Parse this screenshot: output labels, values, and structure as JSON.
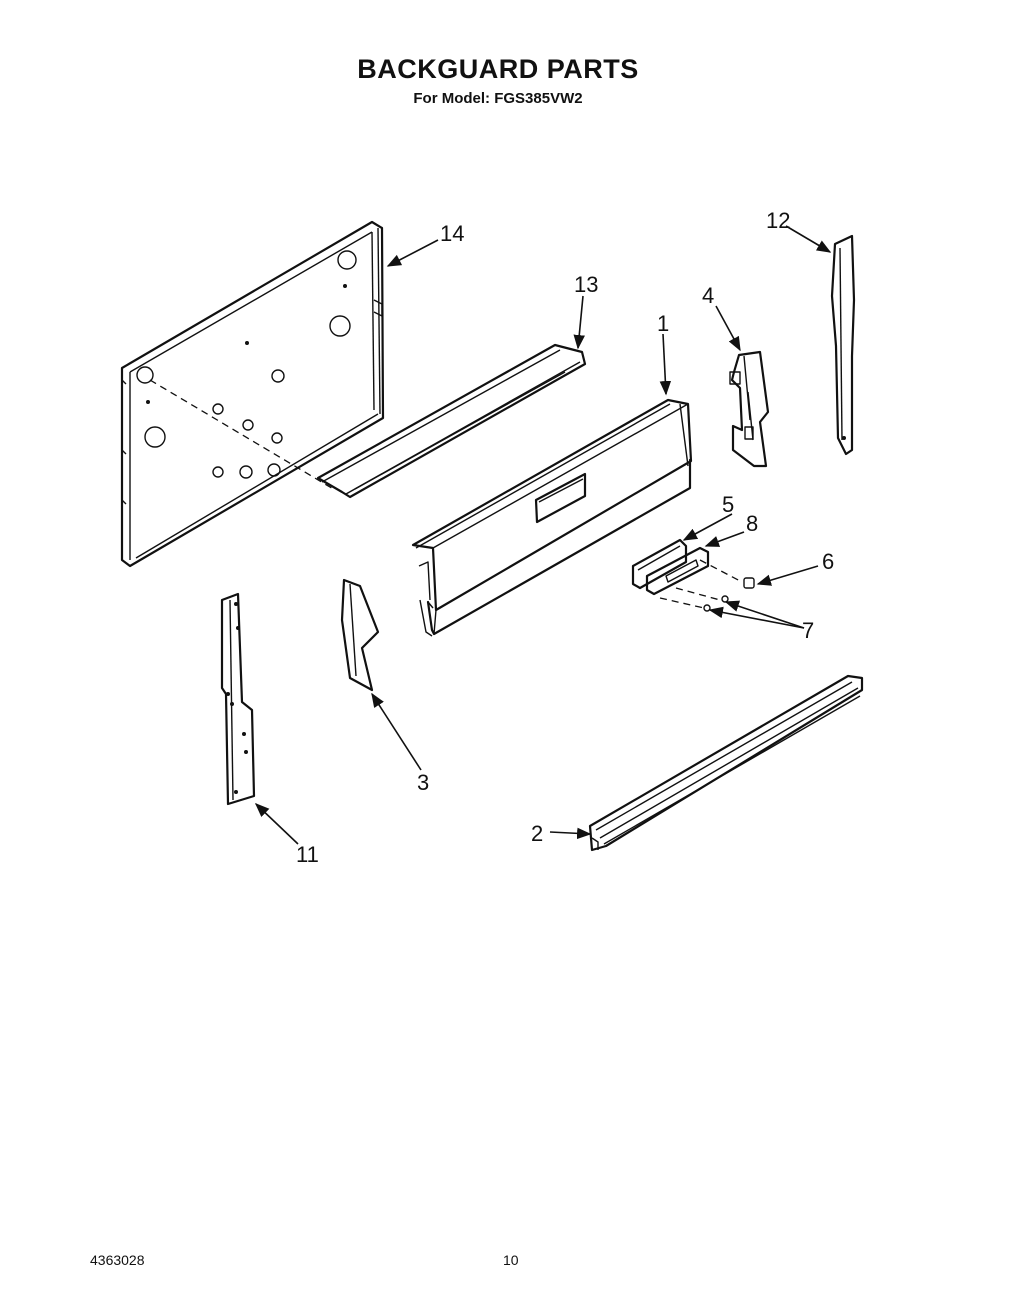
{
  "header": {
    "title": "BACKGUARD PARTS",
    "subtitle": "For Model: FGS385VW2"
  },
  "footer": {
    "doc_number": "4363028",
    "page_number": "10"
  },
  "callouts": {
    "c1": "1",
    "c2": "2",
    "c3": "3",
    "c4": "4",
    "c5": "5",
    "c6": "6",
    "c7": "7",
    "c8": "8",
    "c11": "11",
    "c12": "12",
    "c13": "13",
    "c14": "14"
  }
}
